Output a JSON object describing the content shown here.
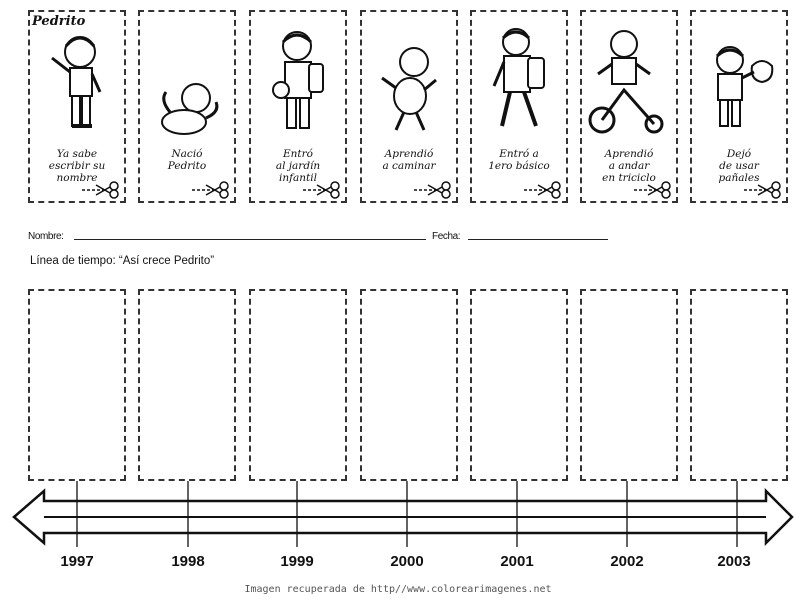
{
  "cards": [
    {
      "caption": "Ya sabe\nescribir su\nnombre",
      "tag": "Pedrito",
      "icon": "boy-waving-figure"
    },
    {
      "caption": "Nació\nPedrito",
      "icon": "baby-figure"
    },
    {
      "caption": "Entró\nal jardín\ninfantil",
      "icon": "preschooler-backpack-figure"
    },
    {
      "caption": "Aprendió\na caminar",
      "icon": "toddler-walking-figure"
    },
    {
      "caption": "Entró a\n1ero básico",
      "icon": "schoolboy-backpack-figure"
    },
    {
      "caption": "Aprendió\na andar\nen triciclo",
      "icon": "boy-tricycle-figure"
    },
    {
      "caption": "Dejó\nde usar\npañales",
      "icon": "boy-potty-figure"
    }
  ],
  "form": {
    "name_label": "Nombre:",
    "date_label": "Fecha:"
  },
  "title": "Línea de tiempo: “Así crece Pedrito”",
  "years": [
    "1997",
    "1998",
    "1999",
    "2000",
    "2001",
    "2002",
    "2003"
  ],
  "credit": "Imagen recuperada de http//www.colorearimagenes.net"
}
